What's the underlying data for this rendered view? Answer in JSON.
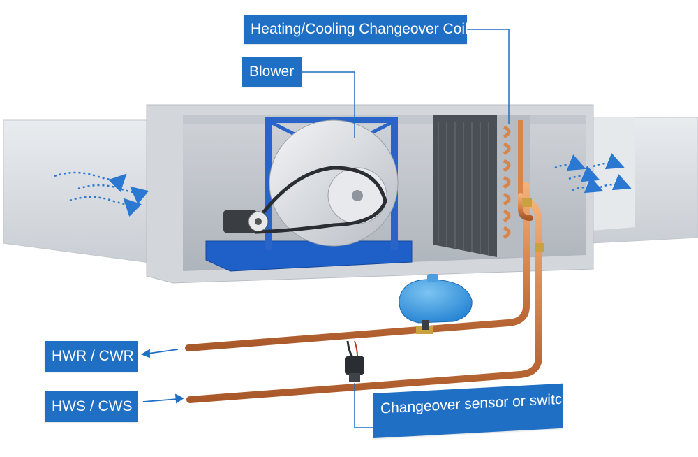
{
  "labels": {
    "coil": "Heating/Cooling Changeover Coil",
    "blower": "Blower",
    "return": "HWR / CWR",
    "supply": "HWS / CWS",
    "sensor": "Changeover sensor or switch"
  },
  "colors": {
    "callout": "#1f6fc4",
    "airflow": "#2a78d2",
    "copper": "#d7854b",
    "frame": "#2a64c8",
    "duct": "#dcdfe3"
  }
}
